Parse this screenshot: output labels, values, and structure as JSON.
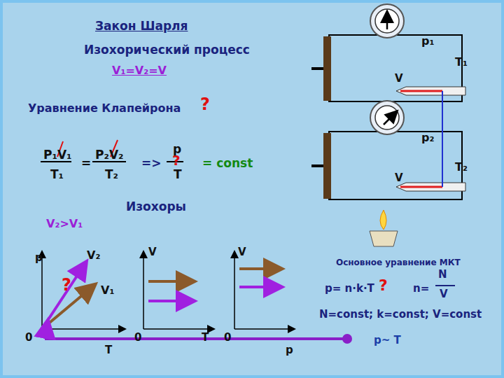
{
  "diagram": {
    "title": "Закон Шарля",
    "labels": [
      "Изохорический процесс",
      "V₁=V₂=V",
      "Уравнение Клапейрона",
      "?",
      "P₁V₁",
      "T₁",
      "=",
      "P₂V₂",
      "T₂",
      "=>",
      "p",
      "?",
      "T",
      "= const",
      "Изохоры",
      "V₂>V₁",
      "p",
      "V₂",
      "?",
      "V₁",
      "0",
      "T",
      "V",
      "0",
      "T",
      "V",
      "0",
      "p",
      "p₁",
      "T₁",
      "V",
      "p₂",
      "T₂",
      "V",
      "Основное уравнение МКТ",
      "p= n·k·T",
      "?",
      "n=",
      "N",
      "V",
      "N=const; k=const; V=const",
      "p~ T"
    ]
  }
}
